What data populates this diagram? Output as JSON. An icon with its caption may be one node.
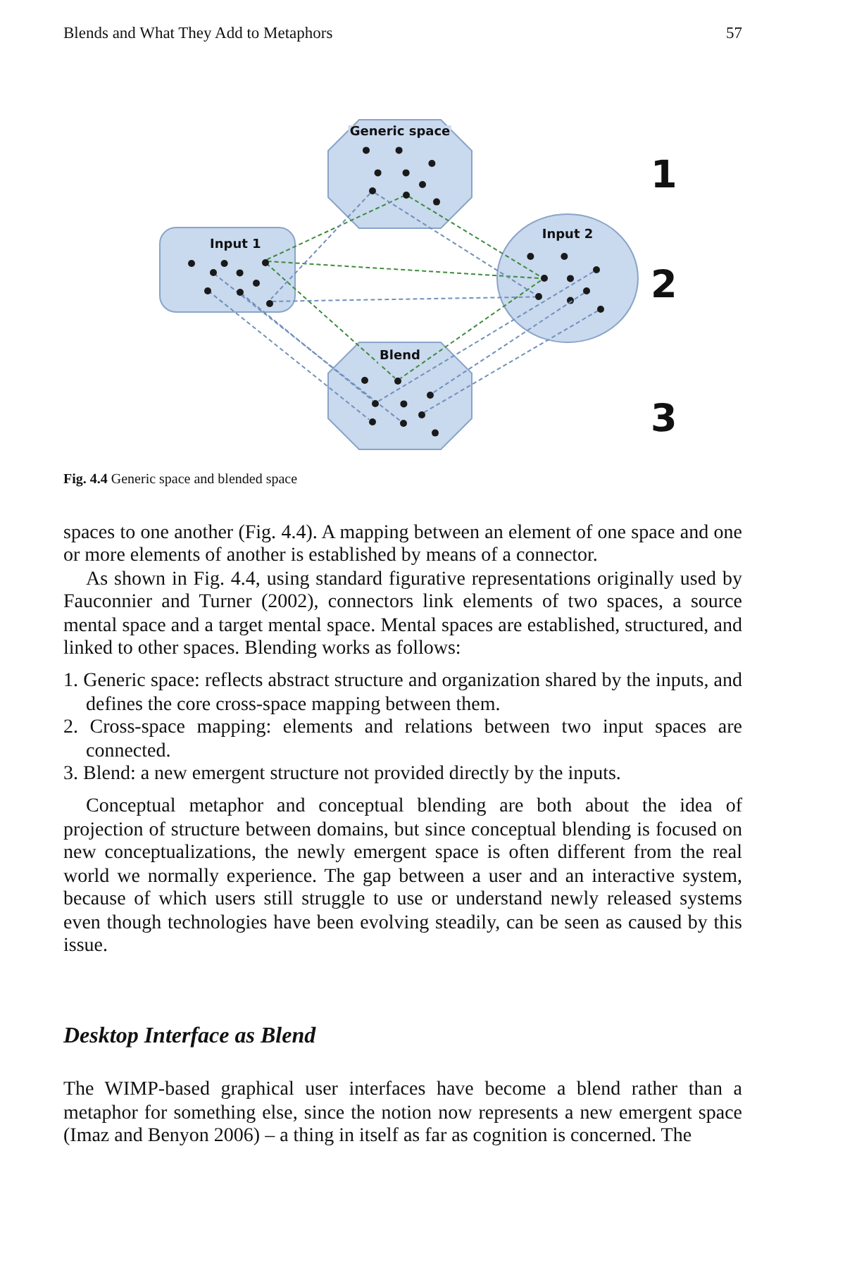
{
  "diagram": {
    "caption": "**Fig. 4.4** Generic space and blended space",
    "nodes": [
      {
        "text": [
          "Generic space"
        ]
      },
      {
        "text": [
          "Input 1"
        ]
      },
      {
        "text": [
          "Input 2"
        ]
      },
      {
        "text": [
          "Blend"
        ]
      },
      {
        "text": [],
        "shape": "circle",
        "in": 0
      },
      {
        "text": [],
        "shape": "circle",
        "in": 0
      },
      {
        "text": [],
        "shape": "circle",
        "in": 1
      },
      {
        "text": [],
        "shape": "circle",
        "in": 1
      },
      {
        "text": [],
        "shape": "circle",
        "in": 1
      },
      {
        "text": [],
        "shape": "circle",
        "in": 1
      },
      {
        "text": [],
        "shape": "circle",
        "in": 1
      },
      {
        "text": [],
        "shape": "circle",
        "in": 2
      },
      {
        "text": [],
        "shape": "circle",
        "in": 2
      },
      {
        "text": [],
        "shape": "circle",
        "in": 2
      },
      {
        "text": [],
        "shape": "circle",
        "in": 2
      },
      {
        "text": [],
        "shape": "circle",
        "in": 2
      },
      {
        "text": [],
        "shape": "circle",
        "in": 3
      },
      {
        "text": [],
        "shape": "circle",
        "in": 3
      },
      {
        "text": [],
        "shape": "circle",
        "in": 3
      },
      {
        "text": [],
        "shape": "circle",
        "in": 3
      },
      {
        "text": [],
        "shape": "circle",
        "in": 3
      },
      {
        "text": [],
        "shape": "circle",
        "in": 3
      }
    ],
    "edges": [
      {
        "from": 6,
        "to": 5,
        "arrow": "none",
        "style": "dashed",
        "color": "#3d8b3d"
      },
      {
        "from": 5,
        "to": 11,
        "arrow": "none",
        "style": "dashed",
        "color": "#3d8b3d"
      },
      {
        "from": 6,
        "to": 11,
        "arrow": "none",
        "style": "dashed",
        "color": "#3d8b3d"
      },
      {
        "from": 6,
        "to": 16,
        "arrow": "none",
        "style": "dashed",
        "color": "#3d8b3d"
      },
      {
        "from": 11,
        "to": 16,
        "arrow": "none",
        "style": "dashed",
        "color": "#3d8b3d"
      },
      {
        "from": 4,
        "to": 7,
        "arrow": "none",
        "style": "dashed"
      },
      {
        "from": 4,
        "to": 12,
        "arrow": "none",
        "style": "dashed"
      },
      {
        "from": 7,
        "to": 12,
        "arrow": "none",
        "style": "dashed"
      },
      {
        "from": 8,
        "to": 21,
        "arrow": "none",
        "style": "dashed"
      },
      {
        "from": 9,
        "to": 20,
        "arrow": "none",
        "style": "dashed"
      },
      {
        "from": 10,
        "to": 17,
        "arrow": "none",
        "style": "dashed"
      },
      {
        "from": 13,
        "to": 17,
        "arrow": "none",
        "style": "dashed"
      },
      {
        "from": 14,
        "to": 18,
        "arrow": "none",
        "style": "dashed"
      },
      {
        "from": 15,
        "to": 19,
        "arrow": "none",
        "style": "dashed"
      }
    ],
    "labels": [
      "Blends and What They Add to Metaphors",
      "57",
      "1",
      "2",
      "3",
      "spaces to one another (Fig. 4.4). A mapping between an element of one space and one or more elements of another is established by means of a connector.",
      "As shown in Fig. 4.4, using standard figurative representations originally used by Fauconnier and Turner (2002), connectors link elements of two spaces, a source mental space and a target mental space. Mental spaces are established, structured, and linked to other spaces. Blending works as follows:",
      "1. Generic space: reflects abstract structure and organization shared by the inputs, and defines the core cross-space mapping between them.",
      "2. Cross-space mapping: elements and relations between two input spaces are connected.",
      "3. Blend: a new emergent structure not provided directly by the inputs.",
      "Conceptual metaphor and conceptual blending are both about the idea of projection of structure between domains, but since conceptual blending is focused on new conceptualizations, the newly emergent space is often different from the real world we normally experience. The gap between a user and an interactive system, because of which users still struggle to use or understand newly released systems even though technologies have been evolving steadily, can be seen as caused by this issue.",
      "Desktop Interface as Blend",
      "The WIMP-based graphical user interfaces have become a blend rather than a metaphor for something else, since the notion now represents a new emergent space (Imaz and Benyon 2006) – a thing in itself as far as cognition is concerned. The"
    ]
  }
}
